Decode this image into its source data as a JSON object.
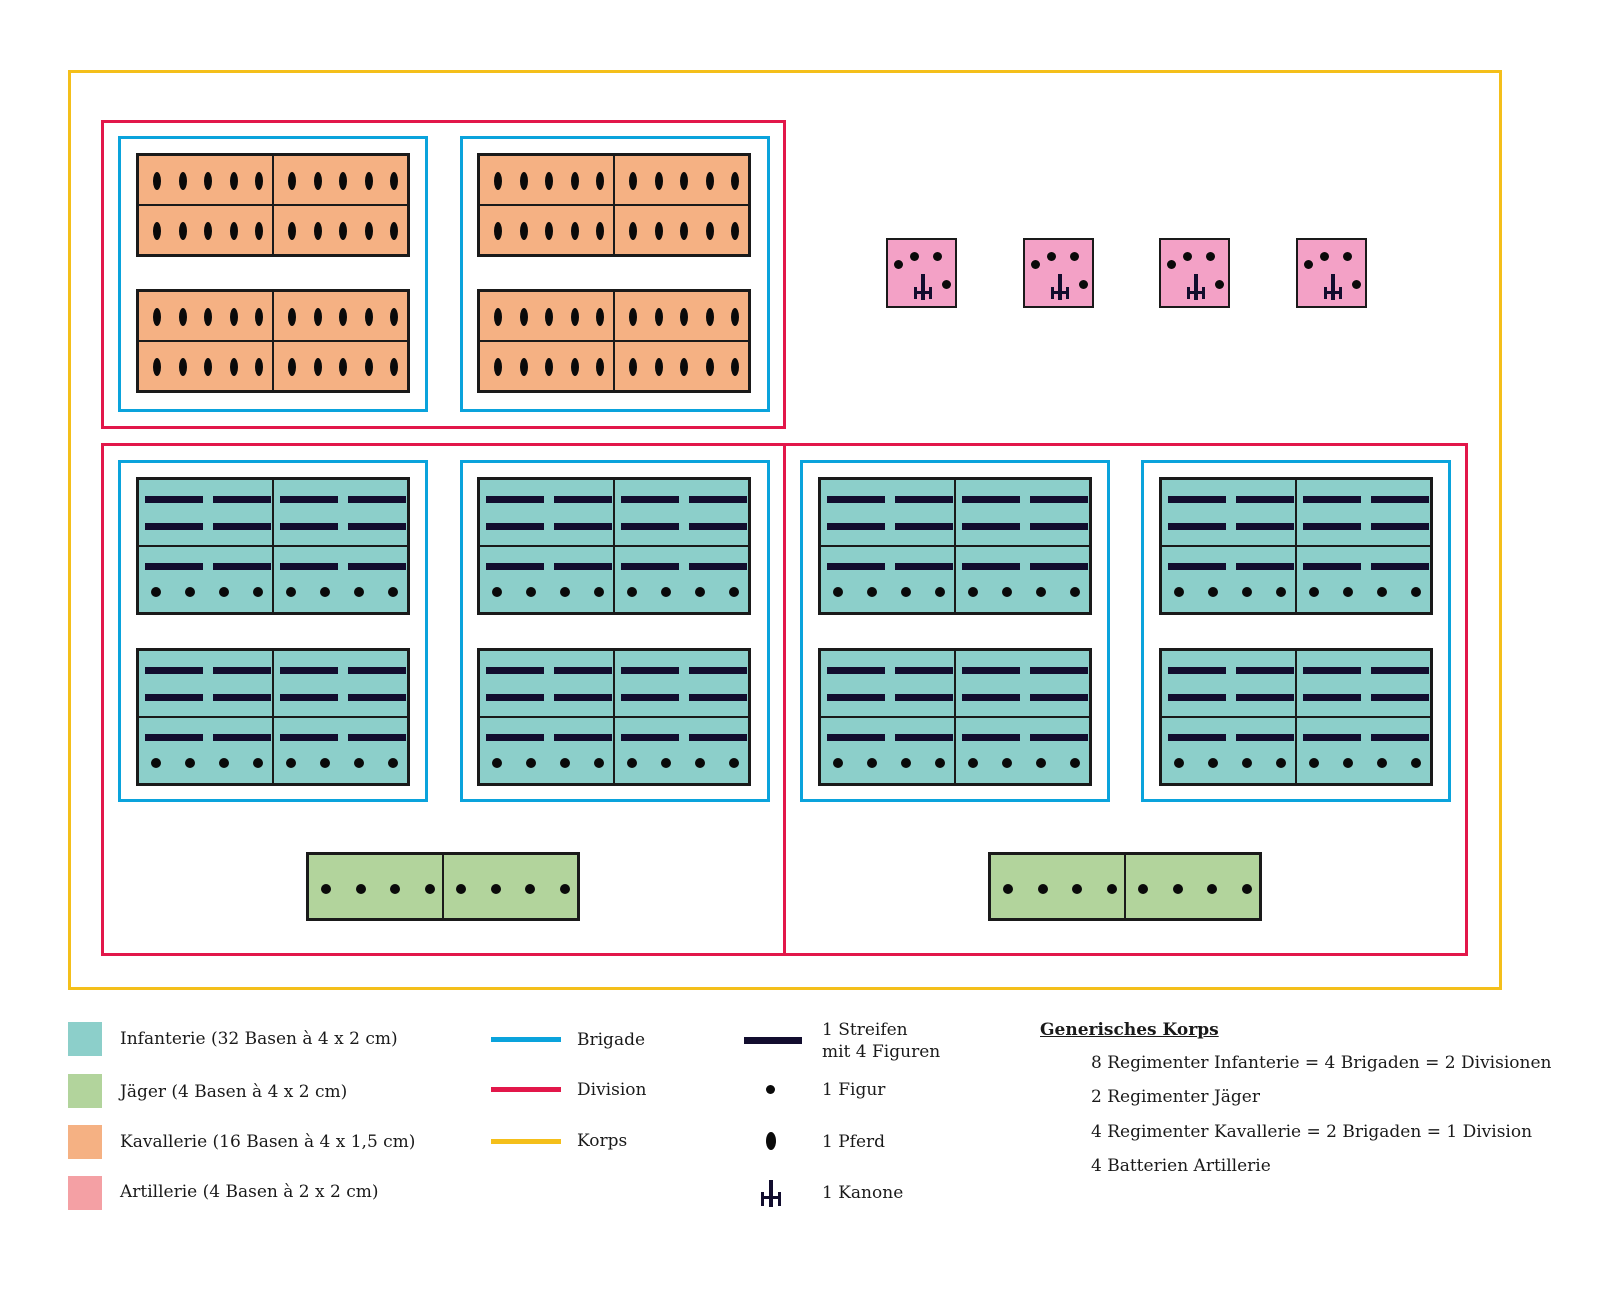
{
  "colors": {
    "korps": "#f4bf1a",
    "division": "#e2174a",
    "brigade": "#0aa3dc",
    "infantry": "#8ccfca",
    "jaeger": "#b2d49c",
    "cavalry": "#f5b183",
    "artillery_legend": "#f4a0a4",
    "artillery_base": "#f3a1c6",
    "figure": "#0a0a0a",
    "stripe": "#120d2e"
  },
  "diagram": {
    "cavalry_division": {
      "brigades": 2,
      "regiments_per_brigade": 2,
      "bases_per_regiment": 4,
      "horses_per_base": 5
    },
    "artillery": {
      "batteries": 4,
      "figures_per_battery": 4,
      "cannons_per_battery": 1
    },
    "infantry_divisions": 2,
    "infantry_division": {
      "brigades": 2,
      "regiments_per_brigade": 2,
      "bases_per_regiment": 4,
      "base_top_row": {
        "stripes_per_base": 4
      },
      "base_bottom_row": {
        "stripes_per_base": 2,
        "figures_per_base": 4
      },
      "jaeger_regiment": {
        "bases": 2,
        "figures_per_base": 4
      }
    }
  },
  "legend": {
    "units": [
      {
        "label": "Infanterie (32 Basen à 4 x 2 cm)",
        "color_key": "infantry"
      },
      {
        "label": "Jäger (4 Basen à 4 x 2 cm)",
        "color_key": "jaeger"
      },
      {
        "label": "Kavallerie (16 Basen à 4 x 1,5 cm)",
        "color_key": "cavalry"
      },
      {
        "label": "Artillerie (4 Basen à 2 x 2 cm)",
        "color_key": "artillery_legend"
      }
    ],
    "formations": [
      {
        "label": "Brigade",
        "color_key": "brigade"
      },
      {
        "label": "Division",
        "color_key": "division"
      },
      {
        "label": "Korps",
        "color_key": "korps"
      }
    ],
    "symbols": [
      {
        "icon": "stripe-icon",
        "label_line1": "1 Streifen",
        "label_line2": "mit 4 Figuren"
      },
      {
        "icon": "figure-dot-icon",
        "label_line1": "1 Figur"
      },
      {
        "icon": "horse-oval-icon",
        "label_line1": "1 Pferd"
      },
      {
        "icon": "cannon-icon",
        "label_line1": "1 Kanone"
      }
    ]
  },
  "summary": {
    "title": "Generisches Korps",
    "lines": [
      "8 Regimenter Infanterie = 4 Brigaden = 2 Divisionen",
      "2 Regimenter Jäger",
      "4 Regimenter Kavallerie = 2 Brigaden = 1 Division",
      "4 Batterien Artillerie"
    ]
  }
}
